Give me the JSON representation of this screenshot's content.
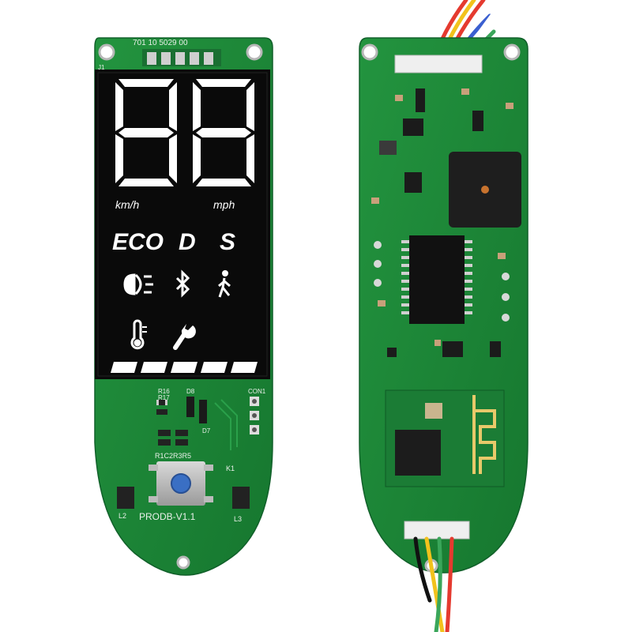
{
  "front_board": {
    "silkscreen_top": "701  10  5029  00",
    "silkscreen_j1": "J1",
    "silkscreen_r16": "R16",
    "silkscreen_r17": "R17",
    "silkscreen_d8": "D8",
    "silkscreen_d7": "D7",
    "silkscreen_con1": "CON1",
    "silkscreen_r1c2r3r5": "R1C2R3R5",
    "silkscreen_k1": "K1",
    "silkscreen_l2": "L2",
    "silkscreen_l3": "L3",
    "silkscreen_model": "PRODB-V1.1",
    "display": {
      "speed_digits": "88",
      "unit_left": "km/h",
      "unit_right": "mph",
      "mode_eco": "ECO",
      "mode_d": "D",
      "mode_s": "S",
      "icons": [
        "headlight-icon",
        "bluetooth-icon",
        "pedestrian-icon",
        "thermometer-icon",
        "wrench-icon"
      ],
      "battery_segments": 5
    },
    "button_color": "#3a6fc4"
  },
  "back_board": {
    "wire_colors_top": [
      "#e53a2f",
      "#f2c21c",
      "#e53a2f",
      "#3a5fd0",
      "#ffffff",
      "#3aa65a"
    ],
    "wire_colors_bottom": [
      "#111111",
      "#f2c21c",
      "#3aa65a",
      "#e53a2f"
    ]
  },
  "colors": {
    "pcb_green": "#1f8a3c",
    "pcb_dark": "#16702f",
    "lcd_black": "#0a0a0a",
    "segment_white": "#ffffff"
  }
}
